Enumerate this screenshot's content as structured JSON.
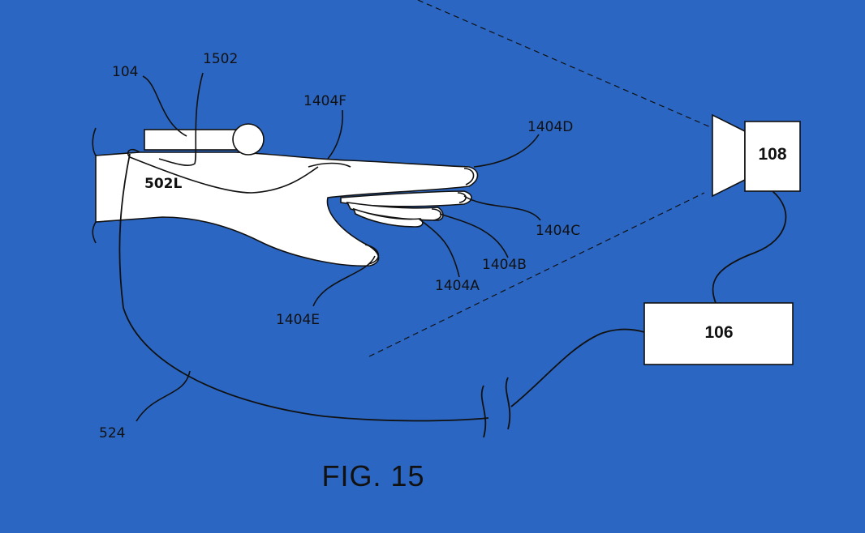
{
  "colors": {
    "background": "#2b66c2",
    "ink": "#111111",
    "fill": "#ffffff"
  },
  "labels": {
    "controller": "104",
    "marker": "1502",
    "finger_f": "1404F",
    "finger_d": "1404D",
    "finger_c": "1404C",
    "finger_b": "1404B",
    "finger_a": "1404A",
    "finger_e": "1404E",
    "glove": "502L",
    "cable": "524",
    "computer": "106",
    "camera": "108"
  },
  "figure_title": "FIG. 15"
}
